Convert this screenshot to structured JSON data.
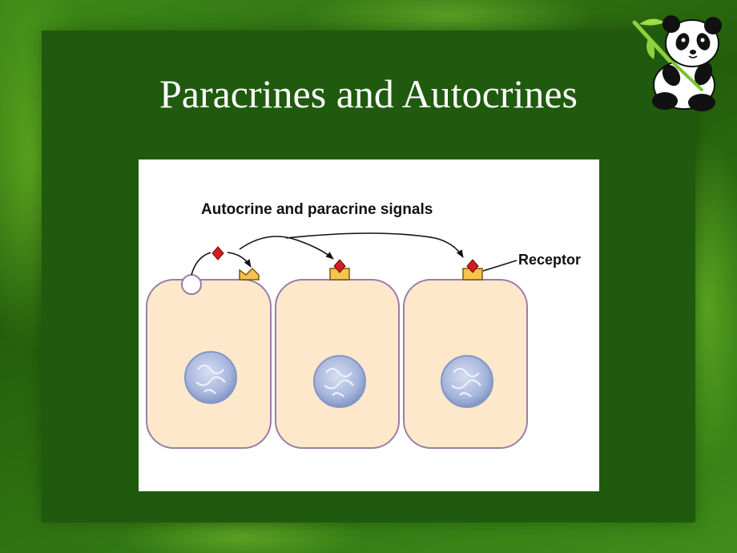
{
  "slide": {
    "title": "Paracrines and Autocrines"
  },
  "figure": {
    "heading": "Autocrine and paracrine signals",
    "receptor_label": "Receptor",
    "cell_count": 3
  },
  "colors": {
    "background_green": "#2c6a12",
    "panel_green": "#1f5a0e",
    "title_text": "#ffffff",
    "cell_fill": "#fde8cc",
    "cell_outline": "#9a7ea6",
    "nucleus_fill": "#a9b9dd",
    "receptor_fill": "#f6c44a",
    "signal_molecule": "#d21e1e"
  },
  "decorations": {
    "corner_mascot": "panda-with-bamboo-icon"
  }
}
